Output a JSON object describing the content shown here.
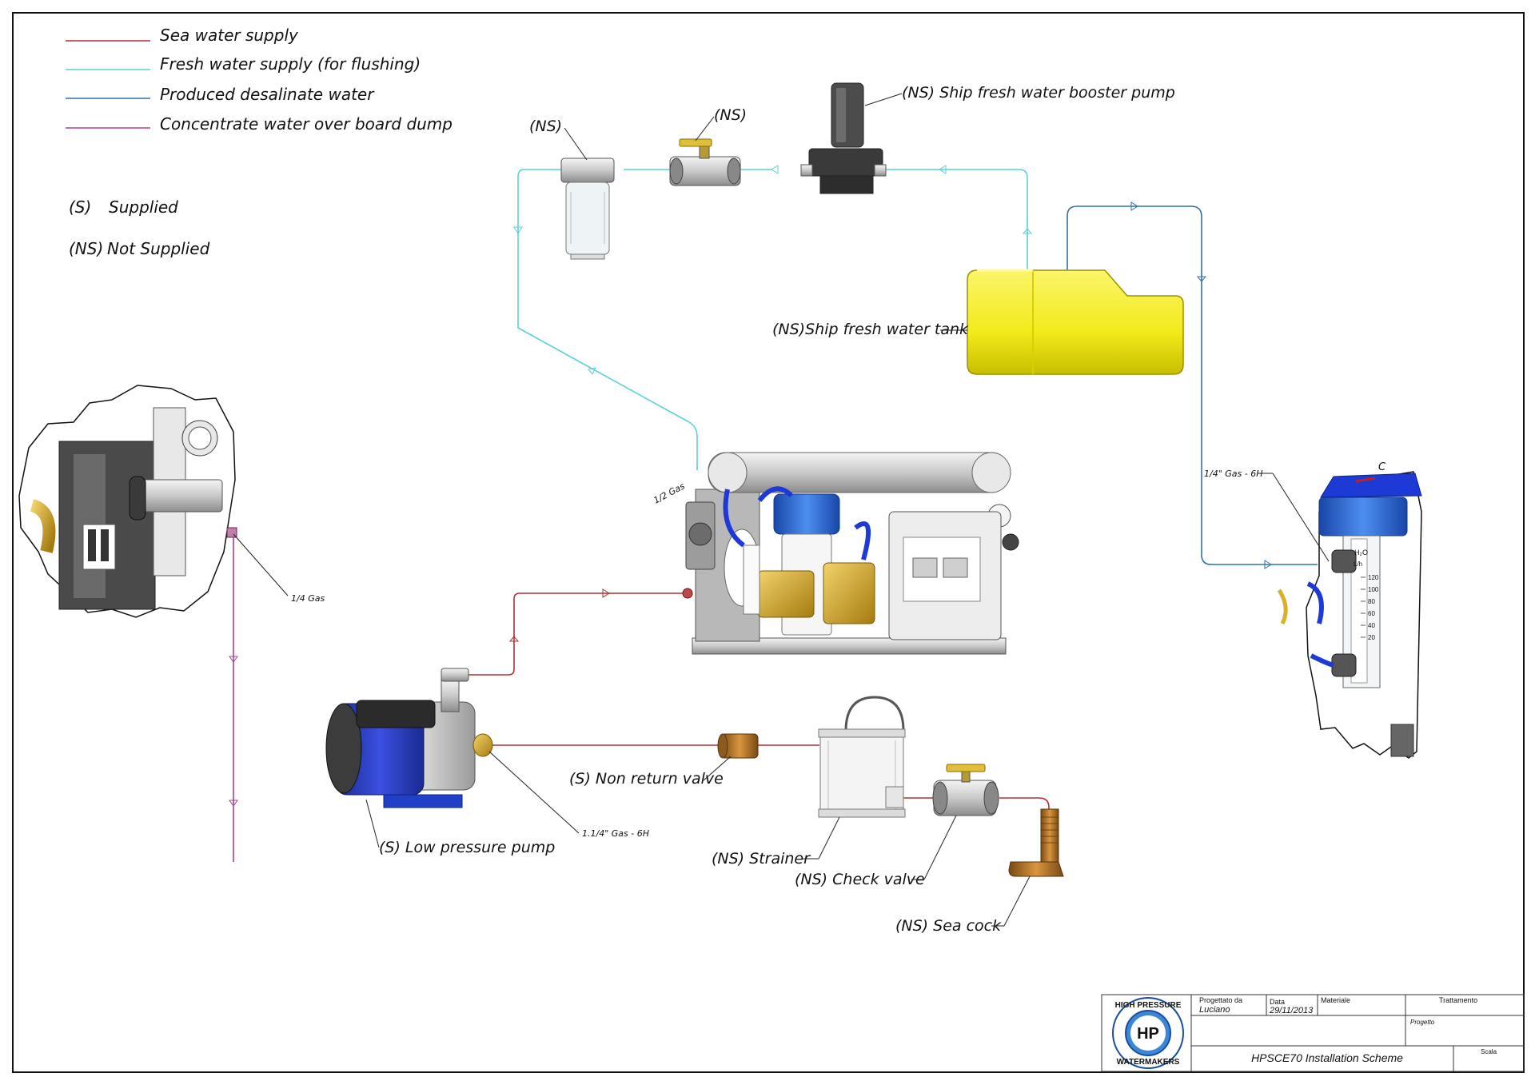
{
  "legend": {
    "items": [
      {
        "label": "Sea water supply",
        "color": "#b03030"
      },
      {
        "label": "Fresh water supply (for flushing)",
        "color": "#5ad0d8"
      },
      {
        "label": "Produced desalinate water",
        "color": "#2f72a8"
      },
      {
        "label": "Concentrate water over board dump",
        "color": "#b0408c"
      }
    ],
    "supplied": {
      "code": "(S)",
      "text": "Supplied"
    },
    "not_supplied": {
      "code": "(NS)",
      "text": "Not Supplied"
    }
  },
  "labels": {
    "prefilter": "(NS)",
    "ball_valve_fresh": "(NS)",
    "booster_pump": "(NS) Ship fresh water booster pump",
    "fresh_tank": "(NS)Ship fresh water tank",
    "half_gas": "1/2 Gas",
    "quarter_gas_6h": "1/4\" Gas - 6H",
    "flow_c": "C",
    "quarter_gas": "1/4 Gas",
    "non_return_valve": "(S) Non return valve",
    "low_pressure_pump": "(S) Low pressure pump",
    "pump_gas": "1.1/4\" Gas - 6H",
    "strainer": "(NS) Strainer",
    "check_valve": "(NS) Check valve",
    "sea_cock": "(NS) Sea cock"
  },
  "flowmeter": {
    "unit_top": "H₂O",
    "unit": "L/h",
    "scale": [
      "120",
      "100",
      "80",
      "60",
      "40",
      "20"
    ]
  },
  "title_block": {
    "designed_by_label": "Progettato da",
    "designed_by": "Luciano",
    "date_label": "Data",
    "date": "29/11/2013",
    "material_label": "Materiale",
    "treatment_label": "Trattamento",
    "project_label": "Progetto",
    "scale_label": "Scala",
    "drawing_title": "HPSCE70 Installation Scheme",
    "logo_text_top": "HIGH PRESSURE",
    "logo_text_bottom": "WATERMAKERS",
    "logo_mark": "HP"
  },
  "colors": {
    "sea": "#b03030",
    "fresh": "#5ad0d8",
    "produced": "#2f72a8",
    "concentrate": "#b0408c",
    "tank": "#f2ea1a",
    "pump_blue": "#2536b8"
  }
}
